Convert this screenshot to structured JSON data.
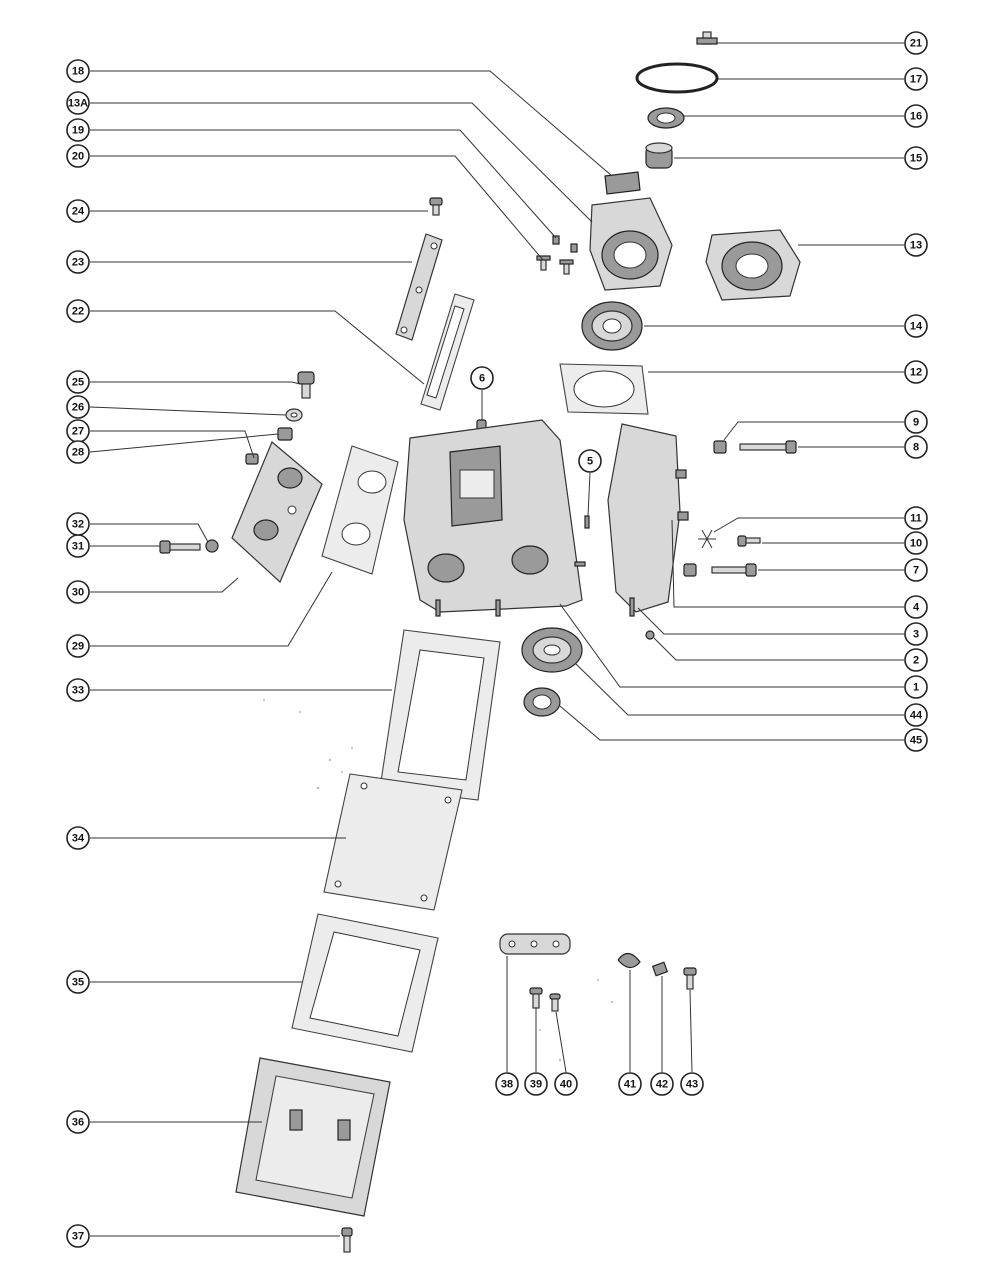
{
  "callouts": [
    "1",
    "2",
    "3",
    "4",
    "5",
    "6",
    "7",
    "8",
    "9",
    "10",
    "11",
    "12",
    "13",
    "13A",
    "14",
    "15",
    "16",
    "17",
    "18",
    "19",
    "20",
    "21",
    "22",
    "23",
    "24",
    "25",
    "26",
    "27",
    "28",
    "29",
    "30",
    "31",
    "32",
    "33",
    "34",
    "35",
    "36",
    "37",
    "38",
    "39",
    "40",
    "41",
    "42",
    "43",
    "44",
    "45"
  ],
  "colors": {
    "ink": "#222222",
    "part_fill": "#d8d8d8",
    "part_shade": "#9a9a9a",
    "background": "#ffffff"
  }
}
